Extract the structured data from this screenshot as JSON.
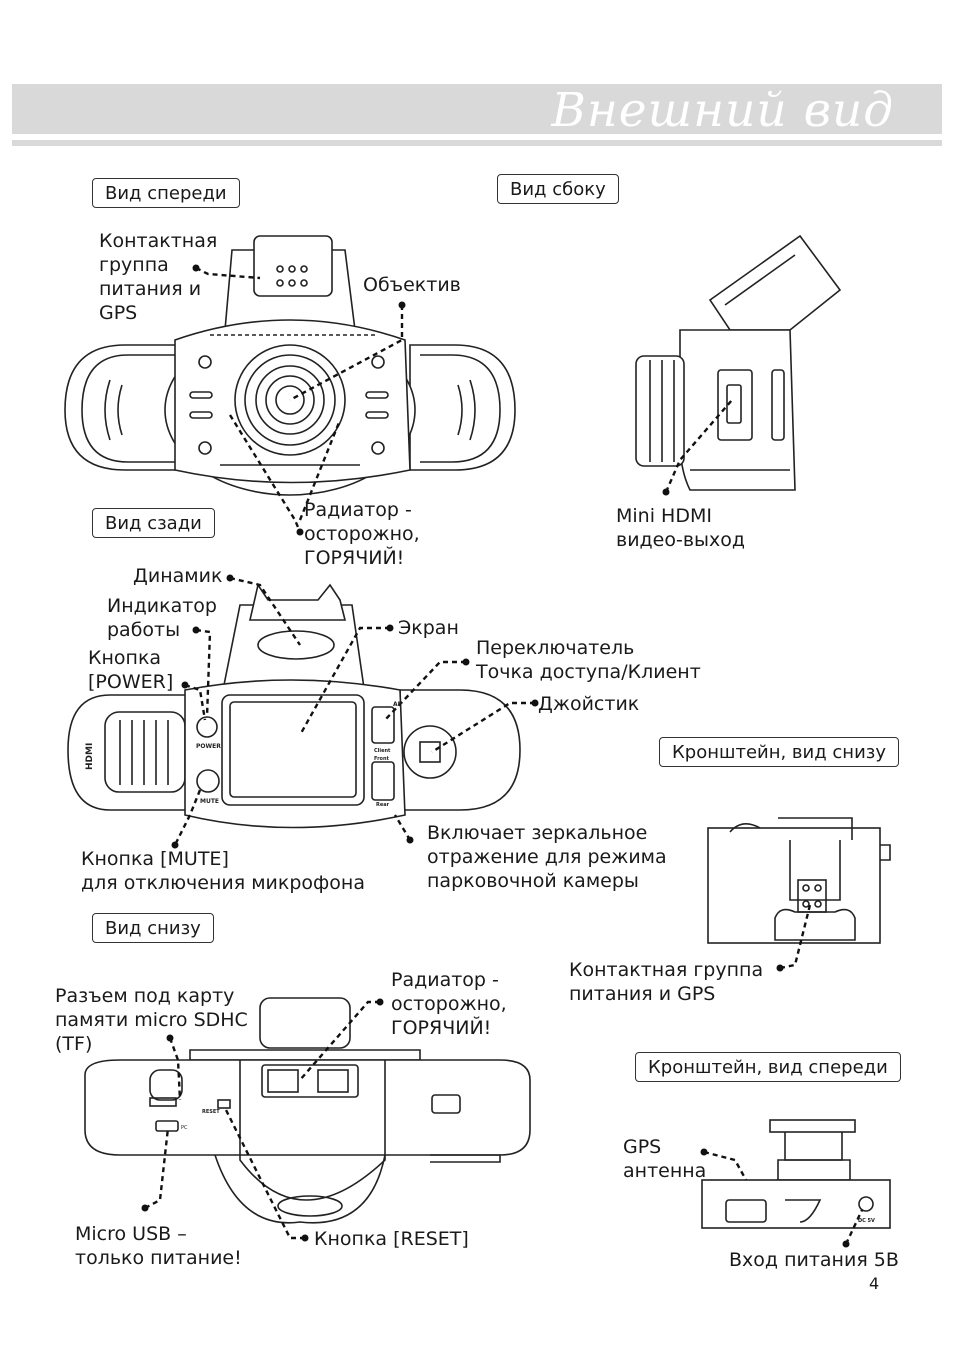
{
  "header": {
    "title": "Внешний вид"
  },
  "sections": {
    "front": "Вид спереди",
    "side": "Вид сбоку",
    "rear": "Вид сзади",
    "bottom": "Вид снизу",
    "bracket_bottom": "Кронштейн, вид снизу",
    "bracket_front": "Кронштейн, вид спереди"
  },
  "labels": {
    "contact_group": "Контактная\nгруппа\nпитания и\nGPS",
    "lens": "Объектив",
    "radiator_front": "Радиатор -\nосторожно,\nГОРЯЧИЙ!",
    "mini_hdmi": "Mini HDMI\nвидео-выход",
    "speaker": "Динамик",
    "indicator": "Индикатор\nработы",
    "power_button": "Кнопка\n[POWER]",
    "screen": "Экран",
    "ap_switch": "Переключатель\nТочка доступа/Клиент",
    "joystick": "Джойстик",
    "mute_button": "Кнопка [MUTE]\nдля отключения микрофона",
    "mirror": "Включает зеркальное\nотражение для режима\nпарковочной камеры",
    "bracket_contacts": "Контактная группа\nпитания и GPS",
    "sd_slot": "Разъем под карту\nпамяти micro SDHC\n(TF)",
    "radiator_bottom": "Радиатор -\nосторожно,\nГОРЯЧИЙ!",
    "micro_usb": "Micro USB –\nтолько питание!",
    "reset_button": "Кнопка [RESET]",
    "gps_antenna": "GPS\nантенна",
    "power_input": "Вход питания 5В"
  },
  "device_marks": {
    "hdmi": "HDMI",
    "power": "POWER",
    "mute": "MUTE",
    "ap": "AP",
    "client": "Client",
    "front": "Front",
    "rear": "Rear",
    "reset": "RESET",
    "pc": "PC",
    "dc5v": "DC 5V"
  },
  "page_number": "4"
}
